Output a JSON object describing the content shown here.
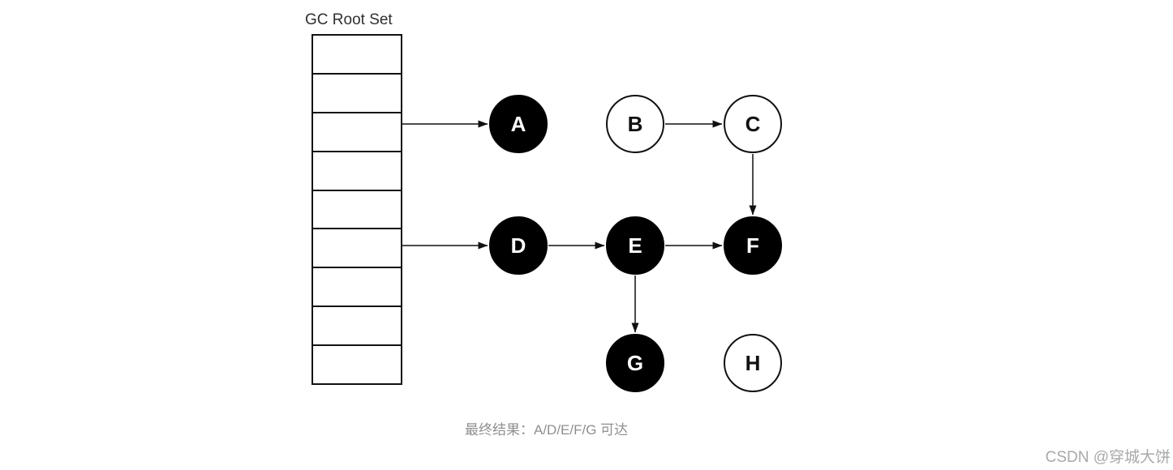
{
  "diagram": {
    "root_set_label": "GC Root Set",
    "root_set_cell_count": 9,
    "nodes": [
      {
        "id": "A",
        "label": "A",
        "reachable": true
      },
      {
        "id": "B",
        "label": "B",
        "reachable": false
      },
      {
        "id": "C",
        "label": "C",
        "reachable": false
      },
      {
        "id": "D",
        "label": "D",
        "reachable": true
      },
      {
        "id": "E",
        "label": "E",
        "reachable": true
      },
      {
        "id": "F",
        "label": "F",
        "reachable": true
      },
      {
        "id": "G",
        "label": "G",
        "reachable": true
      },
      {
        "id": "H",
        "label": "H",
        "reachable": false
      }
    ],
    "edges": [
      {
        "from": "GC Root Set",
        "to": "A"
      },
      {
        "from": "GC Root Set",
        "to": "D"
      },
      {
        "from": "B",
        "to": "C"
      },
      {
        "from": "C",
        "to": "F"
      },
      {
        "from": "D",
        "to": "E"
      },
      {
        "from": "E",
        "to": "F"
      },
      {
        "from": "E",
        "to": "G"
      }
    ],
    "caption": "最终结果：A/D/E/F/G 可达"
  },
  "watermark": "CSDN @穿城大饼",
  "colors": {
    "stroke": "#111111",
    "reachable_fill": "#000000",
    "unreachable_fill": "#ffffff",
    "title_text": "#2f2f2f",
    "caption_text": "#8f8f8f",
    "watermark_text": "#a9a9a9"
  }
}
